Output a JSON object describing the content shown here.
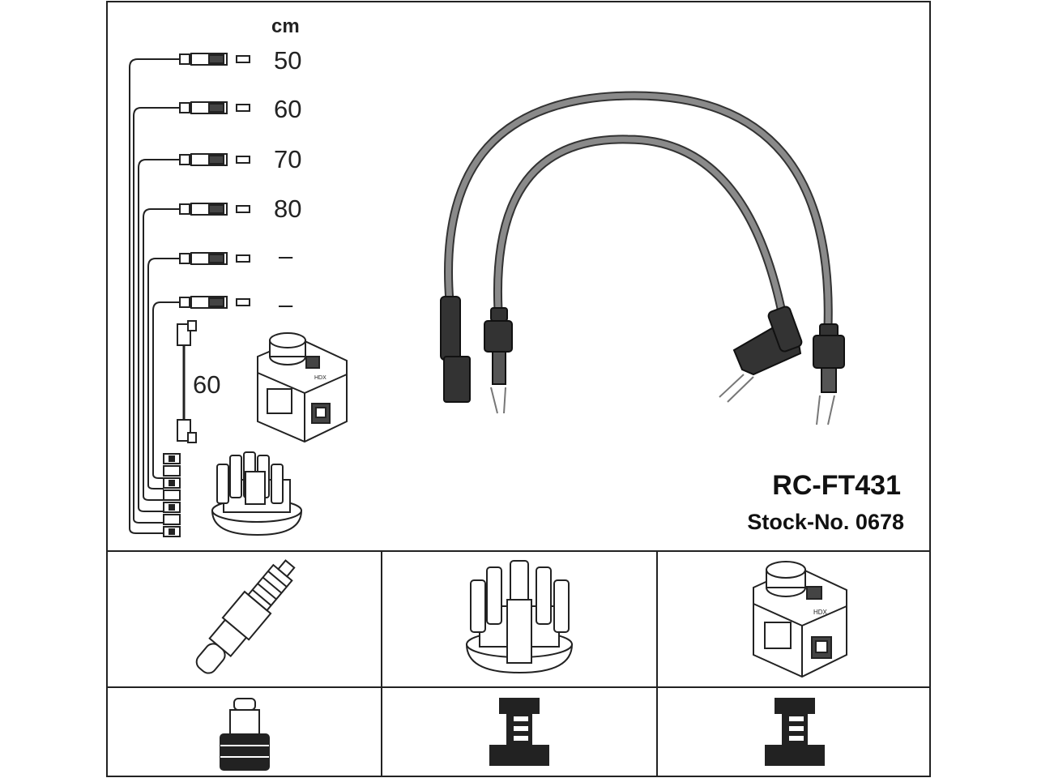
{
  "unit_label": "cm",
  "lead_lengths": [
    "50",
    "60",
    "70",
    "80",
    "–",
    "–"
  ],
  "coil_lead_length": "60",
  "part_number": "RC-FT431",
  "stock_number": "Stock-No. 0678",
  "coil_label": "HDX",
  "colors": {
    "frame": "#222222",
    "cable": "#777777",
    "boot": "#333333",
    "paper": "#ffffff"
  }
}
